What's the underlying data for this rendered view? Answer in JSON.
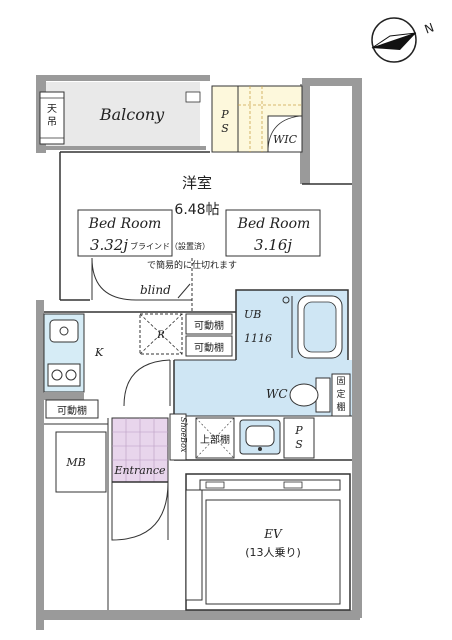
{
  "plan": {
    "compass": {
      "north_label": "N"
    },
    "rooms": {
      "balcony": "Balcony",
      "tenjo_rack": "天吊",
      "ps_upper": "P\nS",
      "wic": "WIC",
      "western_room_label": "洋室",
      "western_room_size": "6.48帖",
      "bedroom_left": "Bed Room",
      "bedroom_left_size": "3.32j",
      "bedroom_right": "Bed Room",
      "bedroom_right_size": "3.16j",
      "blind_note_line1": "ブラインド（設置済）",
      "blind_note_line2": "で簡易的に仕切れます",
      "blind": "blind",
      "kitchen": "K",
      "r_mark": "R",
      "movable_shelf_1": "可動棚",
      "movable_shelf_2": "可動棚",
      "movable_shelf_3": "可動棚",
      "unit_bath": "UB",
      "unit_bath_size": "1116",
      "wc": "WC",
      "fixed_shelf": "固定棚",
      "upper_shelf": "上部棚",
      "ps_lower": "P\nS",
      "shoe_box": "ShoeBox",
      "mb": "MB",
      "entrance": "Entrance",
      "ev": "EV",
      "ev_capacity": "(13人乗り)"
    }
  },
  "colors": {
    "wall": "#9a9a9a",
    "line": "#333333",
    "bath_blue": "#cfe6f4",
    "entrance_pink": "#e8d5ec",
    "balcony_gray": "#e9e9e9"
  }
}
